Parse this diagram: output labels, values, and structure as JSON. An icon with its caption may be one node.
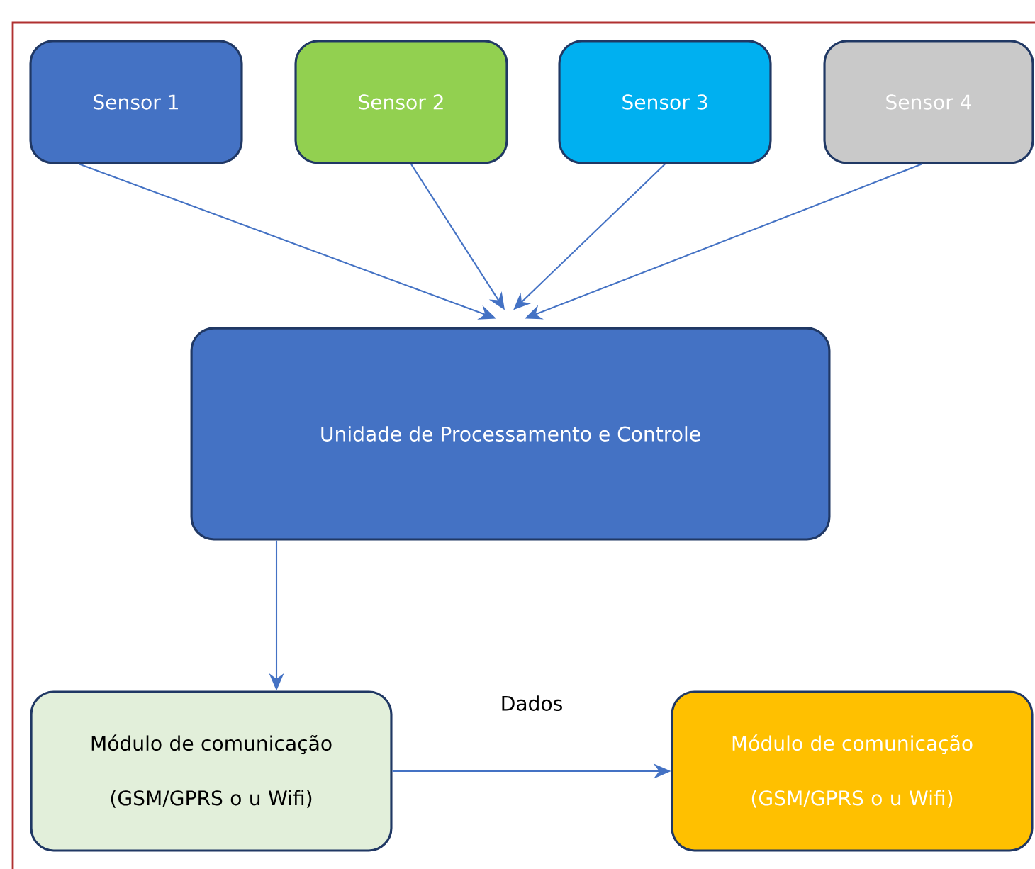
{
  "diagram": {
    "nodes": [
      {
        "text": [
          "Sensor 1"
        ]
      },
      {
        "text": [
          "Sensor 2"
        ]
      },
      {
        "text": [
          "Sensor 3"
        ]
      },
      {
        "text": [
          "Sensor 4"
        ]
      },
      {
        "text": [
          "Unidade de Processamento e Controle"
        ]
      },
      {
        "text": [
          "Módulo de comunicação (GSM/GPRS o u Wifi)"
        ]
      },
      {
        "text": [
          "Módulo de comunicação (GSM/GPRS o u Wifi)"
        ]
      }
    ],
    "edges": [
      {
        "from": 0,
        "to": 4,
        "arrow": "to"
      },
      {
        "from": 1,
        "to": 4,
        "arrow": "to"
      },
      {
        "from": 2,
        "to": 4,
        "arrow": "to"
      },
      {
        "from": 3,
        "to": 4,
        "arrow": "to"
      },
      {
        "from": 4,
        "to": 5,
        "arrow": "to"
      },
      {
        "from": 5,
        "to": 6,
        "arrow": "to",
        "label": "Dados"
      }
    ]
  }
}
